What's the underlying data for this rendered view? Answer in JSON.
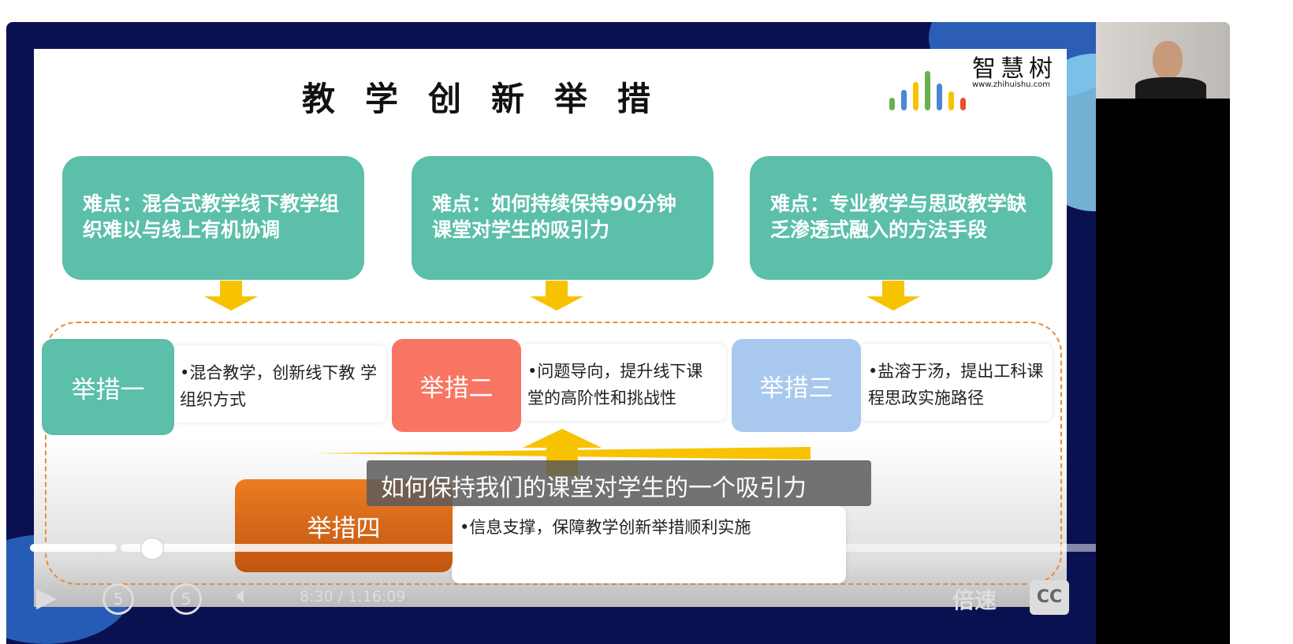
{
  "slide": {
    "title": "教学创新举措",
    "logo": {
      "name": "智慧树",
      "url": "www.zhihuishu.com",
      "bar_colors": [
        "#6ab04c",
        "#4a86d6",
        "#f7c200",
        "#6ab04c",
        "#4a86d6",
        "#f7c200",
        "#e8502e"
      ]
    },
    "difficulties": [
      {
        "text": "难点：混合式教学线下教学组织难以与线上有机协调"
      },
      {
        "text": "难点：如何持续保持90分钟 课堂对学生的吸引力"
      },
      {
        "text": "难点：专业教学与思政教学缺乏渗透式融入的方法手段"
      }
    ],
    "measures": [
      {
        "tag": "举措一",
        "desc": "•混合教学，创新线下教 学组织方式",
        "color": "#5bbfa9"
      },
      {
        "tag": "举措二",
        "desc": "•问题导向，提升线下课堂的高阶性和挑战性",
        "color": "#f87563"
      },
      {
        "tag": "举措三",
        "desc": "•盐溶于汤，提出工科课程思政实施路径",
        "color": "#a9c8ee"
      },
      {
        "tag": "举措四",
        "desc": "•信息支撑，保障教学创新举措顺利实施",
        "color": "#e57a20"
      }
    ]
  },
  "subtitle": "如何保持我们的课堂对学生的一个吸引力",
  "player": {
    "time": "8:30 / 1:16:09",
    "progress": 0.11,
    "speed_label": "倍速",
    "cc_label": "CC",
    "rewind_label": "5",
    "forward_label": "5"
  }
}
